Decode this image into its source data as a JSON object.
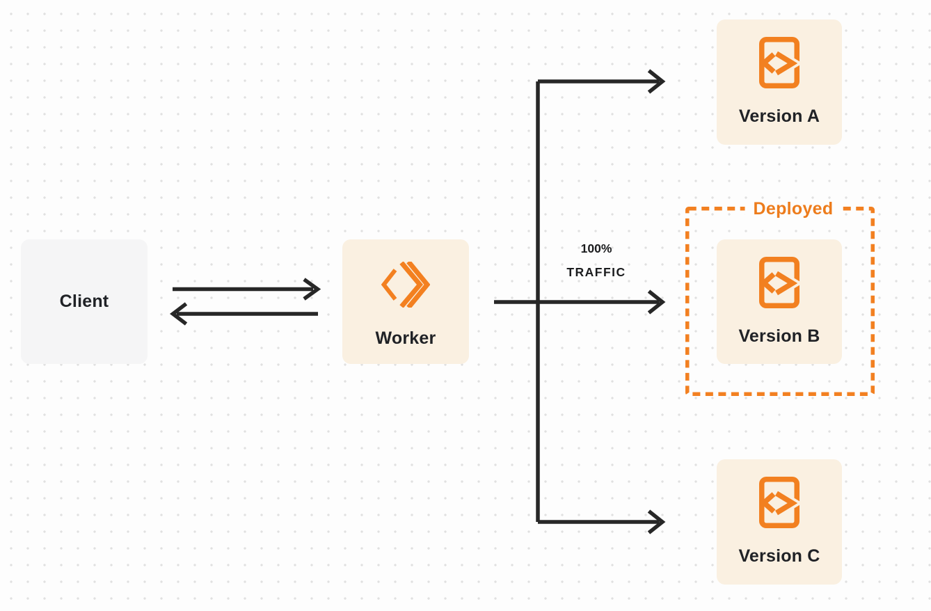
{
  "diagram": {
    "title": "worker-traffic-routing-diagram",
    "nodes": {
      "client": {
        "label": "Client"
      },
      "worker": {
        "label": "Worker",
        "icon": "workers-double-chevron-icon"
      },
      "version_a": {
        "label": "Version A",
        "icon": "code-file-icon"
      },
      "version_b": {
        "label": "Version B",
        "icon": "code-file-icon"
      },
      "version_c": {
        "label": "Version C",
        "icon": "code-file-icon"
      }
    },
    "annotations": {
      "deployed_group": {
        "label": "Deployed"
      },
      "traffic": {
        "line1": "100%",
        "line2": "TRAFFIC"
      }
    },
    "colors": {
      "accent_orange": "#f28020",
      "deployed_text": "#ed7c1c",
      "node_cream": "#faf0e1",
      "client_gray": "#f5f5f6",
      "arrow_black": "#272727",
      "background": "#fdfdfd",
      "dot_grid": "#e0e0e0"
    }
  }
}
